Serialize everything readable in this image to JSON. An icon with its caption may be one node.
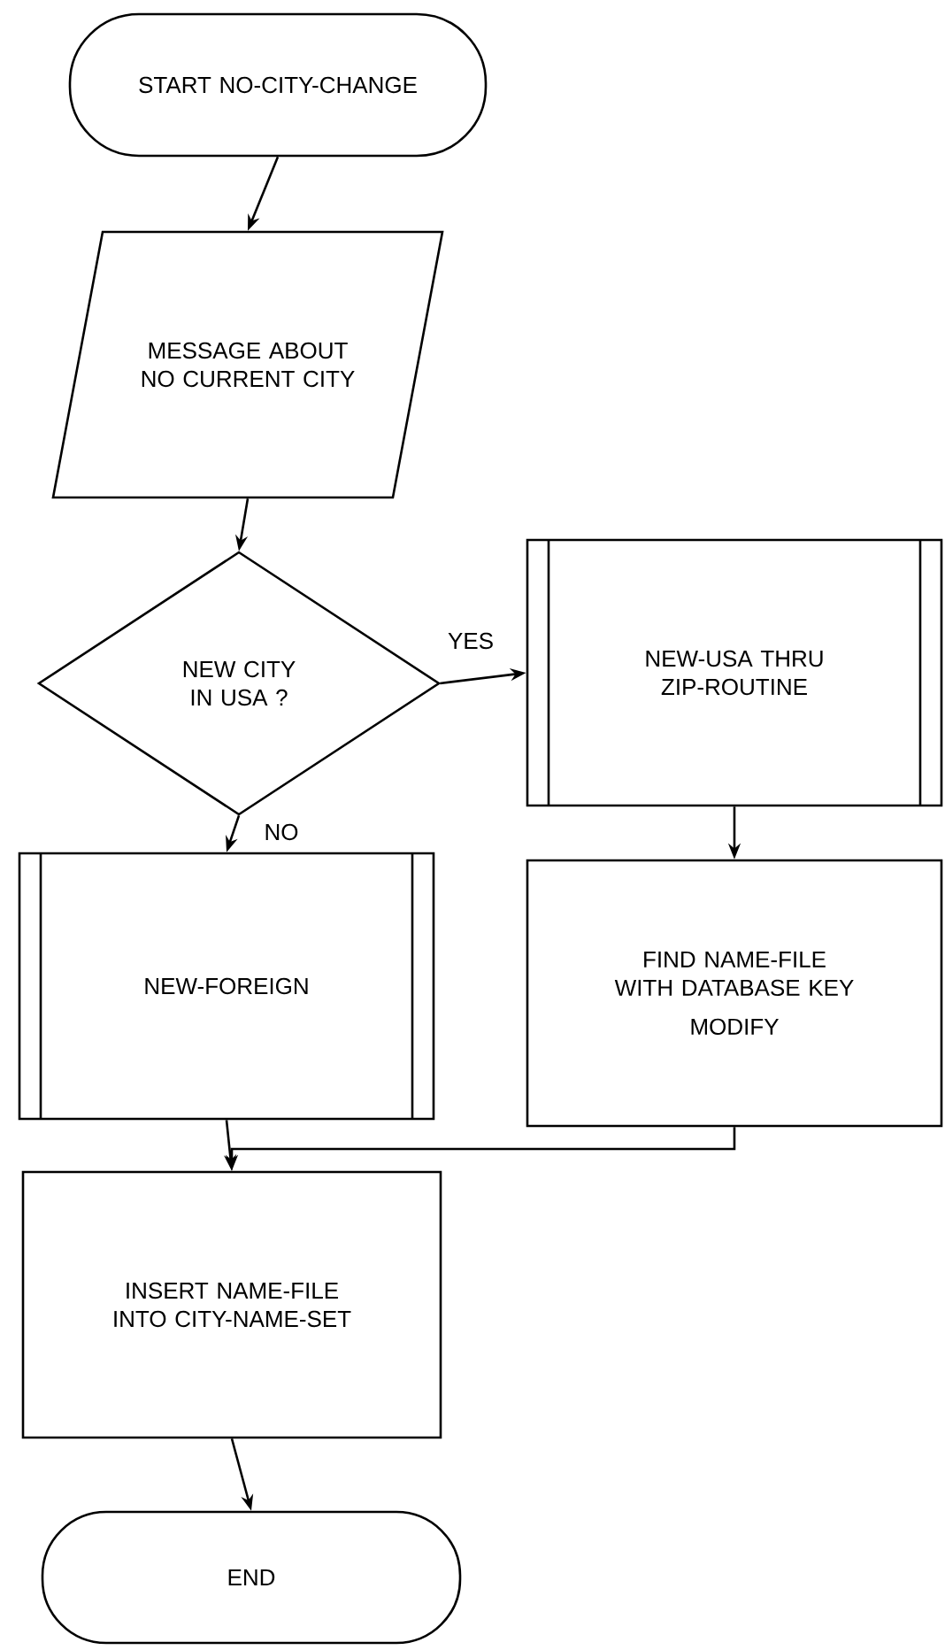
{
  "diagram": {
    "nodes": [
      {
        "text": [
          "START NO-CITY-CHANGE"
        ]
      },
      {
        "text": [
          "MESSAGE ABOUT NO CURRENT CITY"
        ]
      },
      {
        "text": [
          "NEW CITY IN USA ?"
        ]
      },
      {
        "text": [
          "NEW-USA THRU ZIP-ROUTINE"
        ]
      },
      {
        "text": [
          "NEW-FOREIGN"
        ]
      },
      {
        "text": [
          "FIND NAME-FILE WITH DATABASE KEY",
          "MODIFY"
        ]
      },
      {
        "text": [
          "INSERT NAME-FILE INTO CITY-NAME-SET"
        ]
      },
      {
        "text": [
          "END"
        ]
      }
    ],
    "edges": [
      {
        "from": 0,
        "to": 1,
        "arrow": "to"
      },
      {
        "from": 1,
        "to": 2,
        "arrow": "to"
      },
      {
        "from": 2,
        "to": 3,
        "arrow": "to",
        "label": "YES"
      },
      {
        "from": 2,
        "to": 4,
        "arrow": "to",
        "label": "NO"
      },
      {
        "from": 3,
        "to": 5,
        "arrow": "to"
      },
      {
        "from": 4,
        "to": 6,
        "arrow": "to"
      },
      {
        "from": 5,
        "to": 6,
        "arrow": "to"
      },
      {
        "from": 6,
        "to": 7,
        "arrow": "to"
      }
    ]
  }
}
